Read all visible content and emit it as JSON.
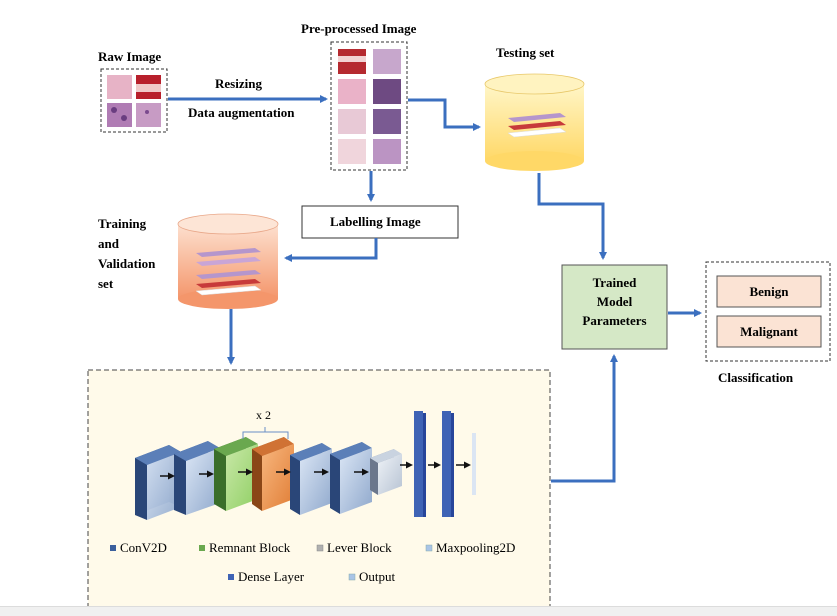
{
  "labels": {
    "raw_image": "Raw Image",
    "preprocessed_image": "Pre-processed Image",
    "testing_set": "Testing  set",
    "resizing": "Resizing",
    "data_augmentation": "Data augmentation",
    "labelling_image": "Labelling Image",
    "training_line1": "Training",
    "training_line2": "and",
    "training_line3": "Validation",
    "training_line4": "set",
    "trained_line1": "Trained",
    "trained_line2": "Model",
    "trained_line3": "Parameters",
    "benign": "Benign",
    "malignant": "Malignant",
    "classification": "Classification",
    "repeat": "x 2"
  },
  "legend": [
    {
      "label": "ConV2D",
      "color": "#3b5f9c"
    },
    {
      "label": "Remnant Block",
      "color": "#6aa84f"
    },
    {
      "label": "Lever Block",
      "color": "#9a9a9a"
    },
    {
      "label": "Maxpooling2D",
      "color": "#a9c4e6"
    },
    {
      "label": "Dense Layer",
      "color": "#3f63b5"
    },
    {
      "label": "Output",
      "color": "#a9c4e6"
    }
  ],
  "colors": {
    "arrow": "#3b6fbf",
    "testing_cylinder": "#ffe28a",
    "training_cylinder": "#f7a47a",
    "trained_box": "#d5e8c6",
    "class_box": "#fbe3d4",
    "cnn_panel": "#fffaea"
  }
}
